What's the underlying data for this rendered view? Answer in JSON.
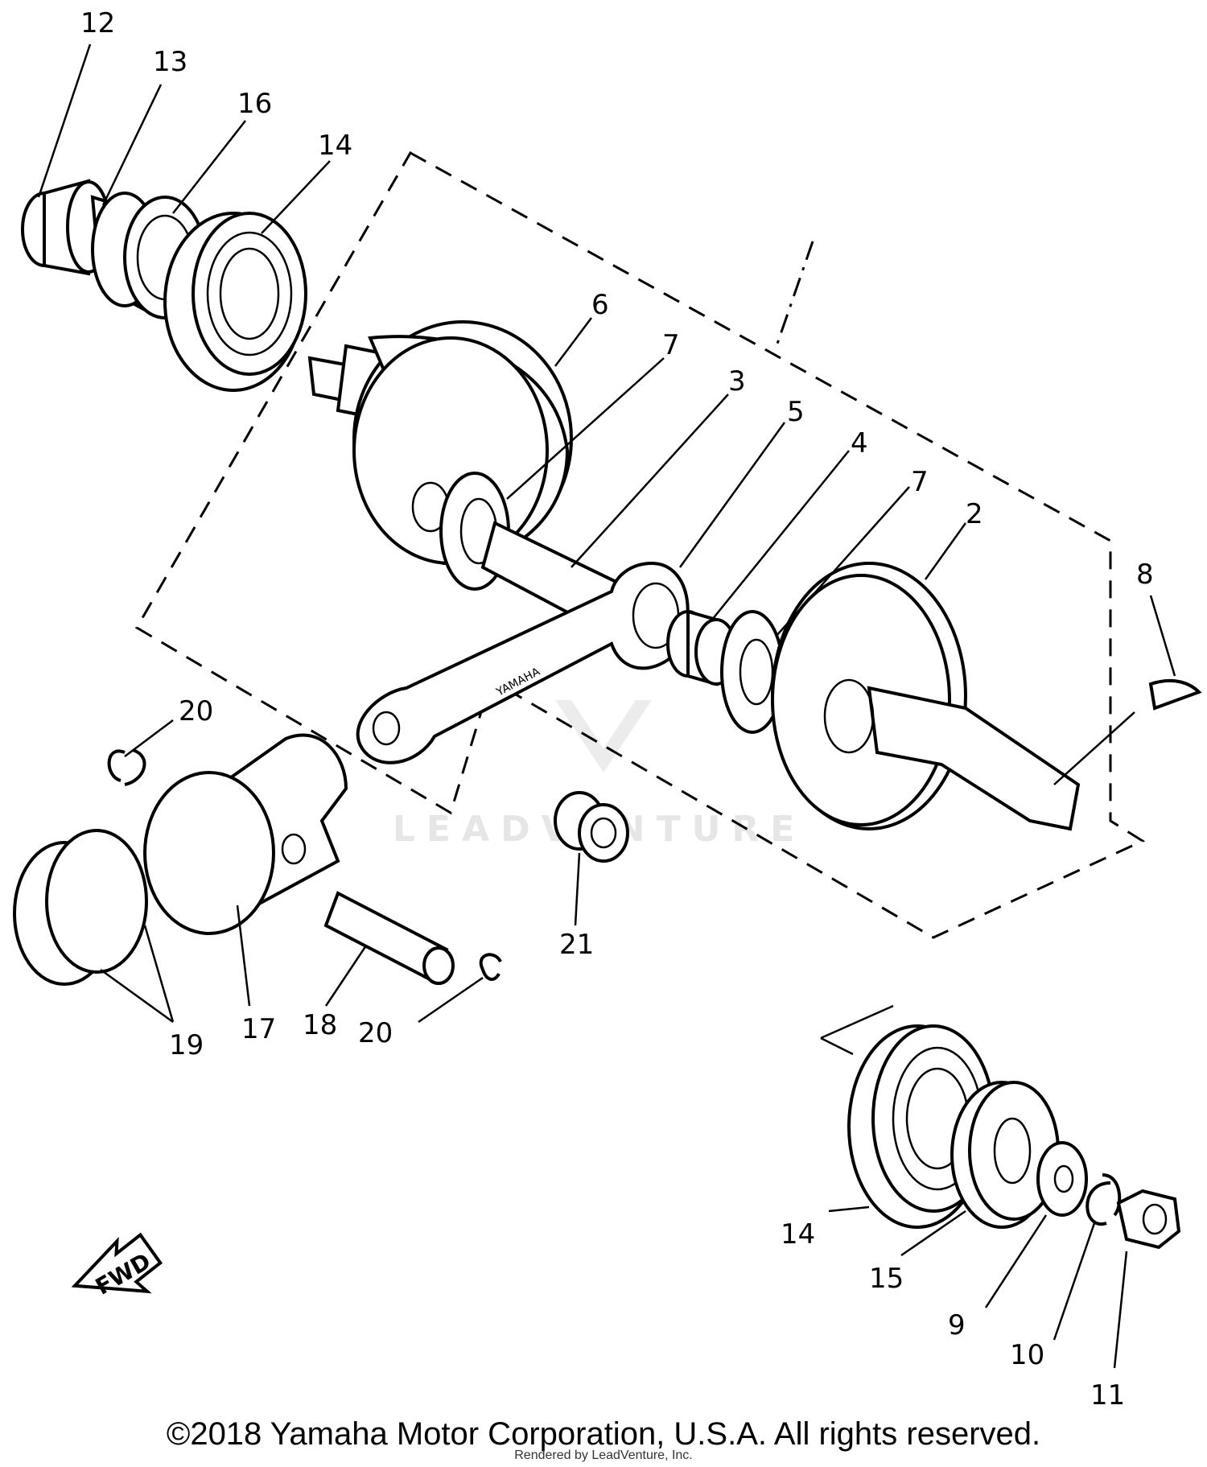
{
  "diagram": {
    "callouts": [
      "12",
      "13",
      "16",
      "14",
      "6",
      "7",
      "3",
      "5",
      "4",
      "7",
      "2",
      "8",
      "20",
      "21",
      "17",
      "18",
      "20",
      "19",
      "14",
      "15",
      "9",
      "10",
      "11"
    ],
    "fwd_label": "FWD",
    "rod_marking": "YAMAHA"
  },
  "watermark": {
    "text": "LEADVENTURE"
  },
  "footer": {
    "copyright": "©2018 Yamaha Motor Corporation, U.S.A. All rights reserved.",
    "rendered_by": "Rendered by LeadVenture, Inc."
  }
}
